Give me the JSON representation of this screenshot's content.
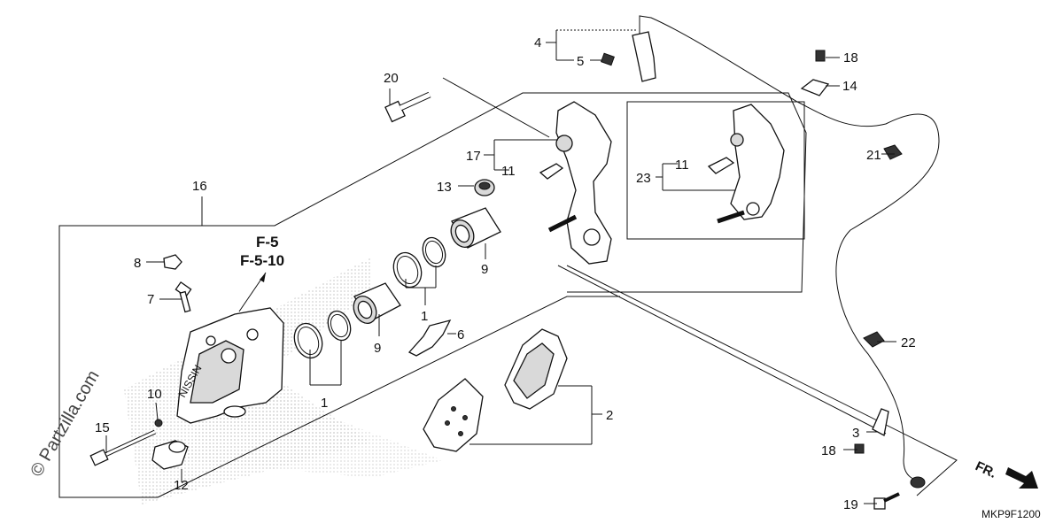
{
  "diagram": {
    "part_labels": {
      "p1a": "1",
      "p1b": "1",
      "p2": "2",
      "p3": "3",
      "p4": "4",
      "p5": "5",
      "p6": "6",
      "p7": "7",
      "p8": "8",
      "p9a": "9",
      "p9b": "9",
      "p10": "10",
      "p11a": "11",
      "p11b": "11",
      "p12": "12",
      "p13": "13",
      "p14": "14",
      "p15": "15",
      "p16": "16",
      "p17": "17",
      "p18a": "18",
      "p18b": "18",
      "p19": "19",
      "p20": "20",
      "p21": "21",
      "p22": "22",
      "p23": "23"
    },
    "reference_top": "F-5",
    "reference_bottom": "F-5-10",
    "direction_label": "FR.",
    "diagram_code": "MKP9F1200",
    "watermark": "© Partzilla.com"
  }
}
